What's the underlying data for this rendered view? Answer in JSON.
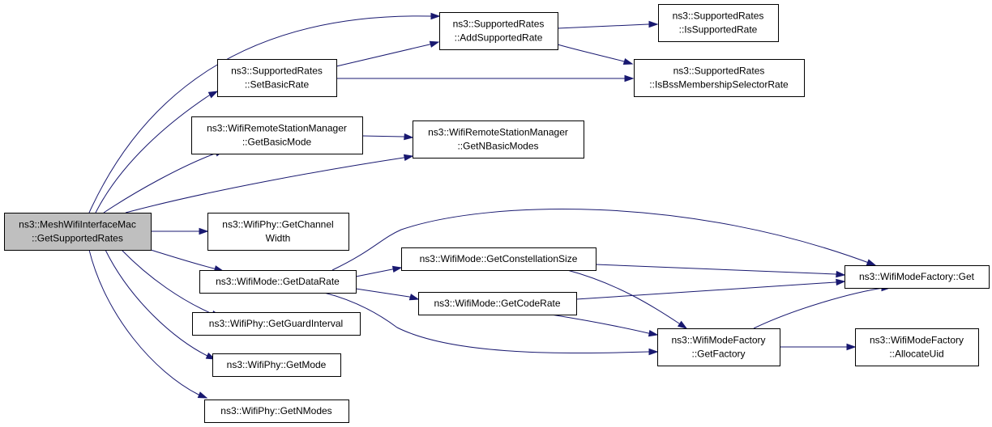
{
  "diagram": {
    "colors": {
      "edge": "#191970",
      "root_fill": "#bfbfbf",
      "node_fill": "#ffffff",
      "node_border": "#000000"
    },
    "nodes": {
      "root": [
        "ns3::MeshWifiInterfaceMac",
        "::GetSupportedRates"
      ],
      "add_supported_rate": [
        "ns3::SupportedRates",
        "::AddSupportedRate"
      ],
      "is_supported_rate": [
        "ns3::SupportedRates",
        "::IsSupportedRate"
      ],
      "set_basic_rate": [
        "ns3::SupportedRates",
        "::SetBasicRate"
      ],
      "is_bss_membership": [
        "ns3::SupportedRates",
        "::IsBssMembershipSelectorRate"
      ],
      "get_basic_mode": [
        "ns3::WifiRemoteStationManager",
        "::GetBasicMode"
      ],
      "get_n_basic_modes": [
        "ns3::WifiRemoteStationManager",
        "::GetNBasicModes"
      ],
      "get_channel_width": [
        "ns3::WifiPhy::GetChannel",
        "Width"
      ],
      "get_data_rate": [
        "ns3::WifiMode::GetDataRate"
      ],
      "get_constellation_size": [
        "ns3::WifiMode::GetConstellationSize"
      ],
      "get_code_rate": [
        "ns3::WifiMode::GetCodeRate"
      ],
      "factory_get": [
        "ns3::WifiModeFactory::Get"
      ],
      "get_factory": [
        "ns3::WifiModeFactory",
        "::GetFactory"
      ],
      "allocate_uid": [
        "ns3::WifiModeFactory",
        "::AllocateUid"
      ],
      "get_guard_interval": [
        "ns3::WifiPhy::GetGuardInterval"
      ],
      "get_mode": [
        "ns3::WifiPhy::GetMode"
      ],
      "get_n_modes": [
        "ns3::WifiPhy::GetNModes"
      ]
    }
  }
}
